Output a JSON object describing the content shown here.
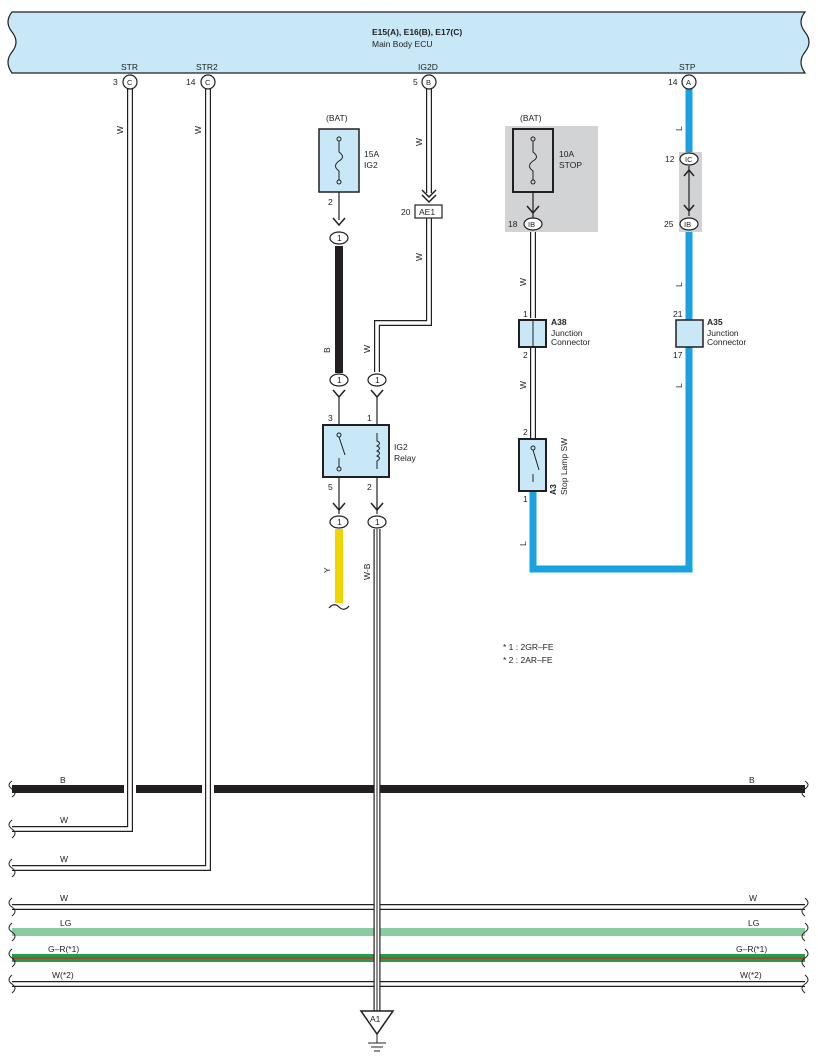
{
  "colors": {
    "ecu_fill": "#c8e8f8",
    "wire_black": "#231f20",
    "wire_blue": "#1aa2e0",
    "wire_yellow": "#f2d500",
    "wire_lg": "#8acba0",
    "wire_green": "#2a9a4a",
    "wire_red": "#c0392b",
    "component_fill": "#c8e8f8",
    "shade": "#d2d3d5"
  },
  "ecu": {
    "title": "E15(A), E16(B), E17(C)",
    "subtitle": "Main Body ECU",
    "pins": [
      {
        "name": "STR",
        "pin": "3",
        "conn": "C"
      },
      {
        "name": "STR2",
        "pin": "14",
        "conn": "C"
      },
      {
        "name": "IG2D",
        "pin": "5",
        "conn": "B"
      },
      {
        "name": "STP",
        "pin": "14",
        "conn": "A"
      }
    ]
  },
  "fuse_ig2": {
    "source": "(BAT)",
    "rating": "15A",
    "name": "IG2",
    "pin": "2"
  },
  "fuse_stop": {
    "source": "(BAT)",
    "rating": "10A",
    "name": "STOP",
    "pin": "18",
    "conn": "IB"
  },
  "connector_ae1": {
    "pin": "20",
    "label": "AE1"
  },
  "relay": {
    "name": "IG2",
    "label2": "Relay",
    "pin_top_left": "3",
    "pin_top_right": "1",
    "pin_bottom_left": "5",
    "pin_bottom_right": "2"
  },
  "inline_pins": {
    "one": "1"
  },
  "ic_conn": {
    "pin_top": "12",
    "top_label": "IC",
    "pin_bottom": "25",
    "bottom_label": "IB"
  },
  "a38": {
    "id": "A38",
    "line1": "Junction",
    "line2": "Connector",
    "pin_top": "1",
    "pin_bottom": "2"
  },
  "a35": {
    "id": "A35",
    "line1": "Junction",
    "line2": "Connector",
    "pin_top": "21",
    "pin_bottom": "17"
  },
  "stop_sw": {
    "id": "A3",
    "name": "Stop Lamp SW",
    "pin_top": "2",
    "pin_bottom": "1"
  },
  "wire_labels": {
    "w": "W",
    "b": "B",
    "l": "L",
    "y": "Y",
    "wb": "W-B"
  },
  "notes": [
    "* 1 : 2GR–FE",
    "* 2 : 2AR–FE"
  ],
  "bus": [
    {
      "left": "B",
      "right": "B"
    },
    {
      "left": "W",
      "right": ""
    },
    {
      "left": "W",
      "right": ""
    },
    {
      "left": "W",
      "right": "W"
    },
    {
      "left": "LG",
      "right": "LG"
    },
    {
      "left": "G–R(*1)",
      "right": "G–R(*1)"
    },
    {
      "left": "W(*2)",
      "right": "W(*2)"
    }
  ],
  "ground": {
    "label": "A1"
  }
}
